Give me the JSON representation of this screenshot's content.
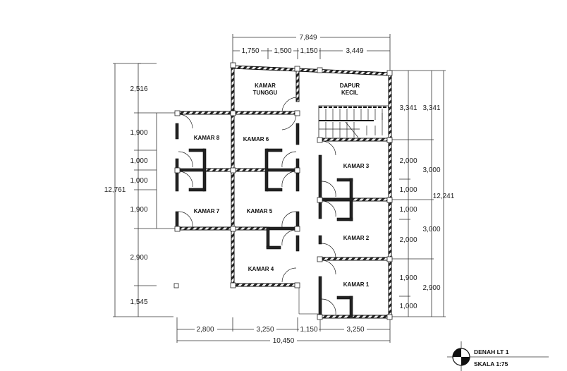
{
  "drawing": {
    "title": "DENAH LT 1",
    "scale": "SKALA 1:75"
  },
  "rooms": [
    {
      "id": "kamar-tunggu",
      "line1": "KAMAR",
      "line2": "TUNGGU"
    },
    {
      "id": "dapur-kecil",
      "line1": "DAPUR",
      "line2": "KECIL"
    },
    {
      "id": "kamar-8",
      "label": "KAMAR 8"
    },
    {
      "id": "kamar-6",
      "label": "KAMAR 6"
    },
    {
      "id": "kamar-7",
      "label": "KAMAR 7"
    },
    {
      "id": "kamar-5",
      "label": "KAMAR 5"
    },
    {
      "id": "kamar-4",
      "label": "KAMAR 4"
    },
    {
      "id": "kamar-3",
      "label": "KAMAR 3"
    },
    {
      "id": "kamar-2",
      "label": "KAMAR 2"
    },
    {
      "id": "kamar-1",
      "label": "KAMAR 1"
    }
  ],
  "dimensions": {
    "top_total": "7,849",
    "top": [
      "1,750",
      "1,500",
      "1,150",
      "3,449"
    ],
    "bottom": [
      "2,800",
      "3,250",
      "1,150",
      "3,250"
    ],
    "bottom_total": "10,450",
    "left_total": "12,761",
    "left": [
      "2,516",
      "1,900",
      "1,000",
      "1,000",
      "1,900",
      "2,900",
      "1,545"
    ],
    "right_inner": [
      "3,341",
      "2,000",
      "1,000",
      "1,000",
      "2,000",
      "1,900",
      "1,000"
    ],
    "right_middle": [
      "3,341",
      "3,000",
      "3,000",
      "2,900"
    ],
    "right_total": "12,241"
  }
}
